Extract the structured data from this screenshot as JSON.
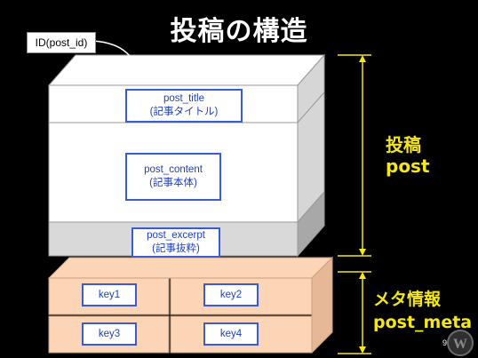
{
  "title": "投稿の構造",
  "id_label": "ID(post_id)",
  "fields": {
    "post_title": {
      "name": "post_title",
      "desc": "(記事タイトル)"
    },
    "post_content": {
      "name": "post_content",
      "desc": "(記事本体)"
    },
    "post_excerpt": {
      "name": "post_excerpt",
      "desc": "(記事抜粋)"
    }
  },
  "keys": [
    "key1",
    "key2",
    "key3",
    "key4"
  ],
  "post_label": {
    "line1": "投稿",
    "line2": "post"
  },
  "meta_label": {
    "line1": "メタ情報",
    "line2": "post_meta"
  },
  "page_number": "9",
  "colors": {
    "background": "#000000",
    "post_layer": "#ffffff",
    "excerpt_layer": "#d9d9d9",
    "meta_layer": "#fbd5b5",
    "field_border": "#3a5bd8",
    "bracket": "#f5e61a"
  }
}
